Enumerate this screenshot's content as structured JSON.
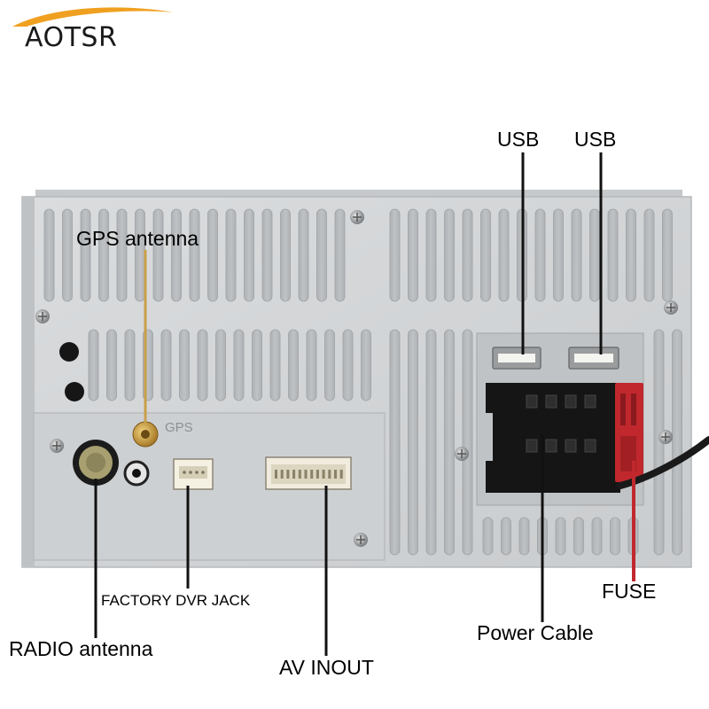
{
  "brand": {
    "name": "AOTSR",
    "swoosh_color": "#f0a020"
  },
  "panel_marks": {
    "gps_port": "GPS"
  },
  "callouts": {
    "usb_1": "USB",
    "usb_2": "USB",
    "gps_antenna": "GPS antenna",
    "fuse": "FUSE",
    "power_cable": "Power Cable",
    "factory_dvr_jack": "FACTORY DVR JACK",
    "radio_antenna": "RADIO antenna",
    "av_inout": "AV INOUT"
  },
  "colors": {
    "chassis": "#d6d8da",
    "fuse_holder": "#c0282d",
    "connector_black": "#151515",
    "gps_connector": "#c9a04a",
    "radio_connector": "#a8a070"
  }
}
